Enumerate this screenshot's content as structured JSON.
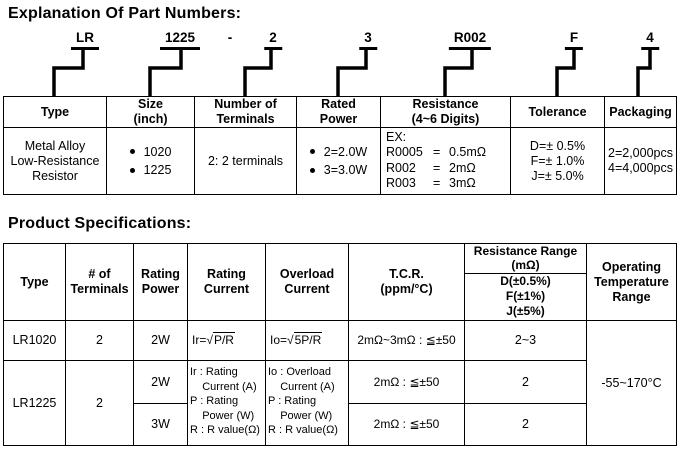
{
  "colors": {
    "background": "#ffffff",
    "text": "#000000",
    "border": "#000000"
  },
  "sections": {
    "part_numbers_title": "Explanation Of Part Numbers:",
    "product_specs_title": "Product Specifications:"
  },
  "part_number": {
    "codes": [
      "LR",
      "1225",
      "-",
      "2",
      "3",
      "R002",
      "F",
      "4"
    ]
  },
  "table1": {
    "headers": {
      "type": "Type",
      "size": "Size\n(inch)",
      "terminals": "Number of\nTerminals",
      "rated_power": "Rated\nPower",
      "resistance": "Resistance\n(4~6 Digits)",
      "tolerance": "Tolerance",
      "packaging": "Packaging"
    },
    "type_value": "Metal Alloy\nLow-Resistance\nResistor",
    "sizes": [
      "1020",
      "1225"
    ],
    "terminals_value": "2: 2 terminals",
    "rated_power_values": [
      "2=2.0W",
      "3=3.0W"
    ],
    "resistance_example_label": "EX:",
    "resistance_examples": [
      {
        "code": "R0005",
        "eq": "=",
        "value": "0.5mΩ"
      },
      {
        "code": "R002",
        "eq": "=",
        "value": "2mΩ"
      },
      {
        "code": "R003",
        "eq": "=",
        "value": "3mΩ"
      }
    ],
    "tolerance_value": "D=± 0.5%\nF=± 1.0%\nJ=± 5.0%",
    "packaging_value": "2=2,000pcs\n4=4,000pcs"
  },
  "table2": {
    "headers": {
      "type": "Type",
      "terminals": "# of\nTerminals",
      "rating_power": "Rating\nPower",
      "rating_current": "Rating\nCurrent",
      "overload_current": "Overload\nCurrent",
      "tcr": "T.C.R.\n(ppm/°C)",
      "resistance_range": "Resistance Range\n(mΩ)",
      "resistance_range_sub": "D(±0.5%)\nF(±1%)\nJ(±5%)",
      "op_temp": "Operating\nTemperature\nRange"
    },
    "formulas": {
      "ir_prefix": "Ir=",
      "ir_radical": "√",
      "ir_radicand": "P/R",
      "io_prefix": "Io=",
      "io_radical": "√",
      "io_radicand": "5P/R"
    },
    "legend_rating": "Ir : Rating\n    Current (A)\nP : Rating\n    Power (W)\nR : R value(Ω)",
    "legend_overload": "Io : Overload\n    Current (A)\nP : Rating\n    Power (W)\nR : R value(Ω)",
    "rows": {
      "r1": {
        "type": "LR1020",
        "terminals": "2",
        "power": "2W",
        "tcr": "2mΩ~3mΩ : ≦±50",
        "range": "2~3"
      },
      "r2": {
        "type": "LR1225",
        "terminals": "2",
        "power": "2W",
        "tcr": "2mΩ : ≦±50",
        "range": "2"
      },
      "r3": {
        "power": "3W",
        "tcr": "2mΩ : ≦±50",
        "range": "2"
      },
      "op_temp": "-55~170°C"
    }
  }
}
